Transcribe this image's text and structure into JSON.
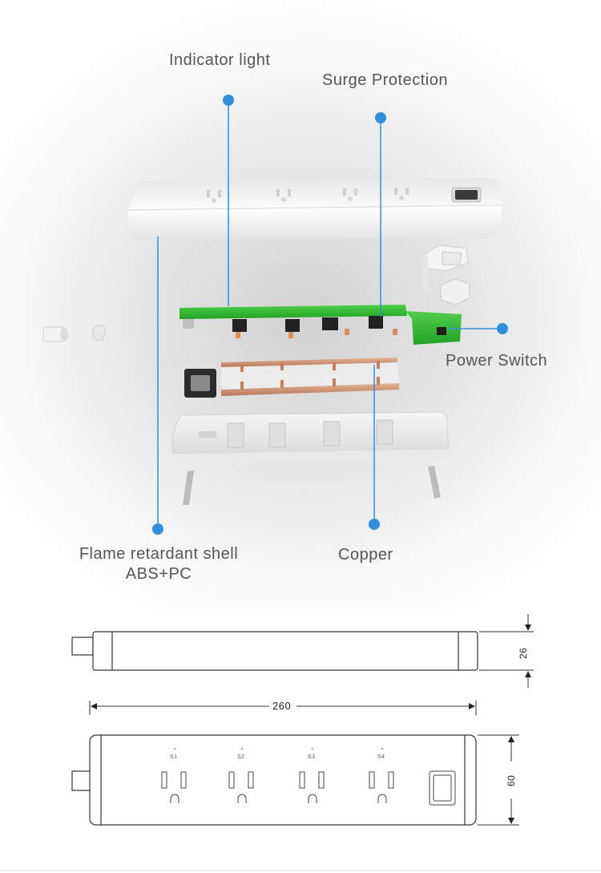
{
  "labels": {
    "indicator_light": "Indicator light",
    "surge_protection": "Surge Protection",
    "power_switch": "Power Switch",
    "flame_shell_line1": "Flame retardant shell",
    "flame_shell_line2": "ABS+PC",
    "copper": "Copper"
  },
  "dimensions": {
    "height": "26",
    "length": "260",
    "width": "60"
  },
  "socket_labels": [
    "S1",
    "S2",
    "S3",
    "S4"
  ],
  "colors": {
    "callout": "#2f8fde",
    "pcb": "#33b733",
    "copper": "#c98a64",
    "shell": "#f2f2f2",
    "line": "#333333"
  }
}
